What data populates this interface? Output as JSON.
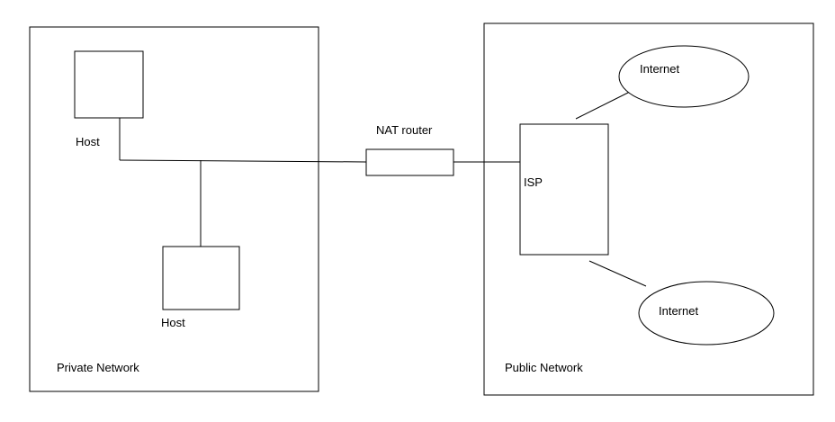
{
  "private_network": {
    "label": "Private Network",
    "hosts": [
      {
        "label": "Host"
      },
      {
        "label": "Host"
      }
    ]
  },
  "nat_router": {
    "label": "NAT router"
  },
  "public_network": {
    "label": "Public Network",
    "isp": {
      "label": "ISP"
    },
    "clouds": [
      {
        "label": "Internet"
      },
      {
        "label": "Internet"
      }
    ]
  },
  "colors": {
    "stroke": "#000000",
    "background": "#ffffff"
  }
}
